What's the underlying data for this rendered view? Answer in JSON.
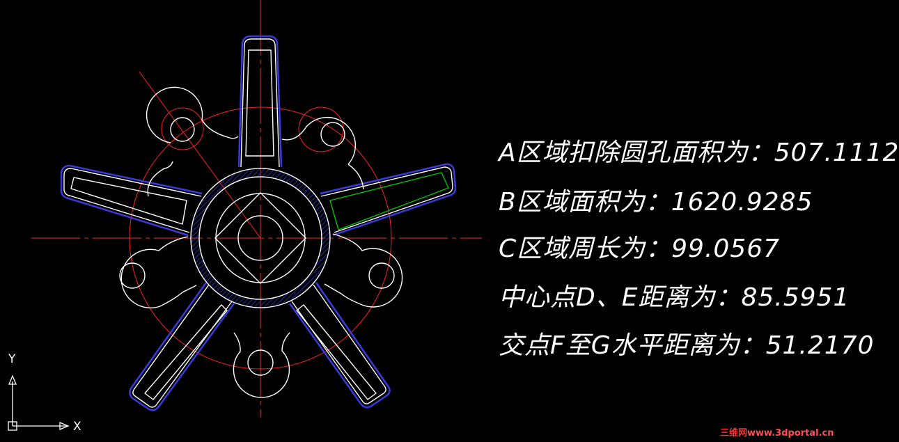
{
  "results": [
    {
      "label": "A区域扣除圆孔面积为：",
      "value": "507.1112"
    },
    {
      "label": "B区域面积为：",
      "value": "1620.9285"
    },
    {
      "label": "C区域周长为：",
      "value": "99.0567"
    },
    {
      "label": "中心点D、E距离为：",
      "value": "85.5951"
    },
    {
      "label": "交点F至G水平距离为：",
      "value": "51.2170"
    }
  ],
  "axes": {
    "y": "Y",
    "x": "X"
  },
  "watermark": {
    "brand": "三维网",
    "site": "www.3dportal.cn"
  },
  "colors": {
    "background": "#000000",
    "geometry": "#ffffff",
    "centerline": "#ff2020",
    "hatch_border": "#3838d0",
    "highlight": "#00c000",
    "watermark_brand": "#ff3030",
    "watermark_site": "#ff5050"
  }
}
